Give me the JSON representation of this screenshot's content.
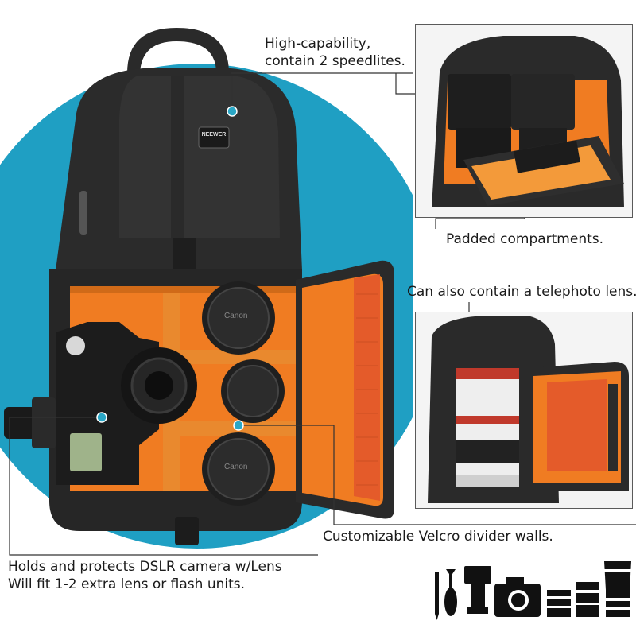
{
  "callouts": {
    "capacity_line1": "High-capability,",
    "capacity_line2": "contain 2 speedlites.",
    "padded": "Padded compartments.",
    "telephoto": "Can also contain a telephoto lens.",
    "velcro": "Customizable Velcro divider walls.",
    "holds_line1": "Holds and protects DSLR camera w/Lens",
    "holds_line2": "Will fit 1-2 extra lens or flash units."
  },
  "brand": {
    "logo_text": "NEEWER"
  },
  "lens_caps": {
    "top": "Canon",
    "middle": "",
    "bottom": "Canon"
  },
  "colors": {
    "accent_blue": "#1f9fc3",
    "orange": "#f07c22",
    "bag_black": "#222222",
    "dot_blue": "#2aa7c6"
  },
  "icons": [
    "pen-icon",
    "brush-icon",
    "speedlite-icon",
    "camera-icon",
    "lens-icon",
    "lens-icon",
    "telephoto-lens-icon"
  ]
}
